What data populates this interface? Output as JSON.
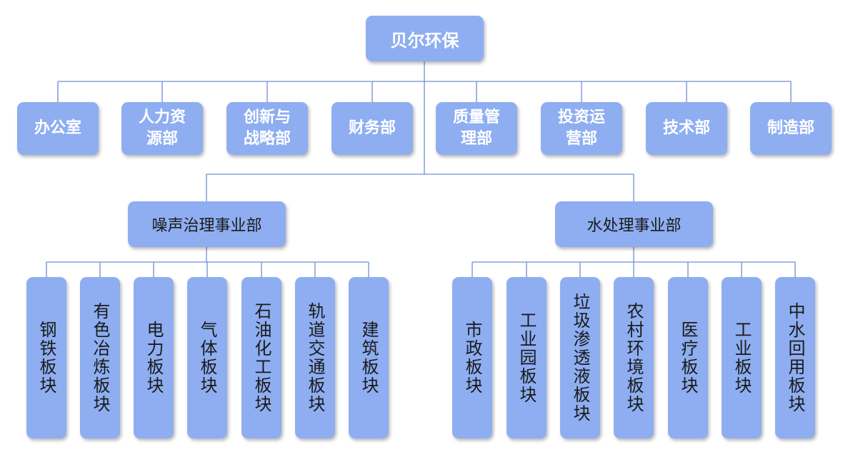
{
  "root": "贝尔环保",
  "departments": [
    "办公室",
    "人力资\n源部",
    "创新与\n战略部",
    "财务部",
    "质量管\n理部",
    "投资运\n营部",
    "技术部",
    "制造部"
  ],
  "divisions": [
    {
      "name": "噪声治理事业部",
      "units": [
        "钢铁板块",
        "有色冶炼板块",
        "电力板块",
        "气体板块",
        "石油化工板块",
        "轨道交通板块",
        "建筑板块"
      ]
    },
    {
      "name": "水处理事业部",
      "units": [
        "市政板块",
        "工业园板块",
        "垃圾渗透液板块",
        "农村环境板块",
        "医疗板块",
        "工业板块",
        "中水回用板块"
      ]
    }
  ],
  "colors": {
    "box": "#8eaef1",
    "line": "#6e8fd1"
  }
}
